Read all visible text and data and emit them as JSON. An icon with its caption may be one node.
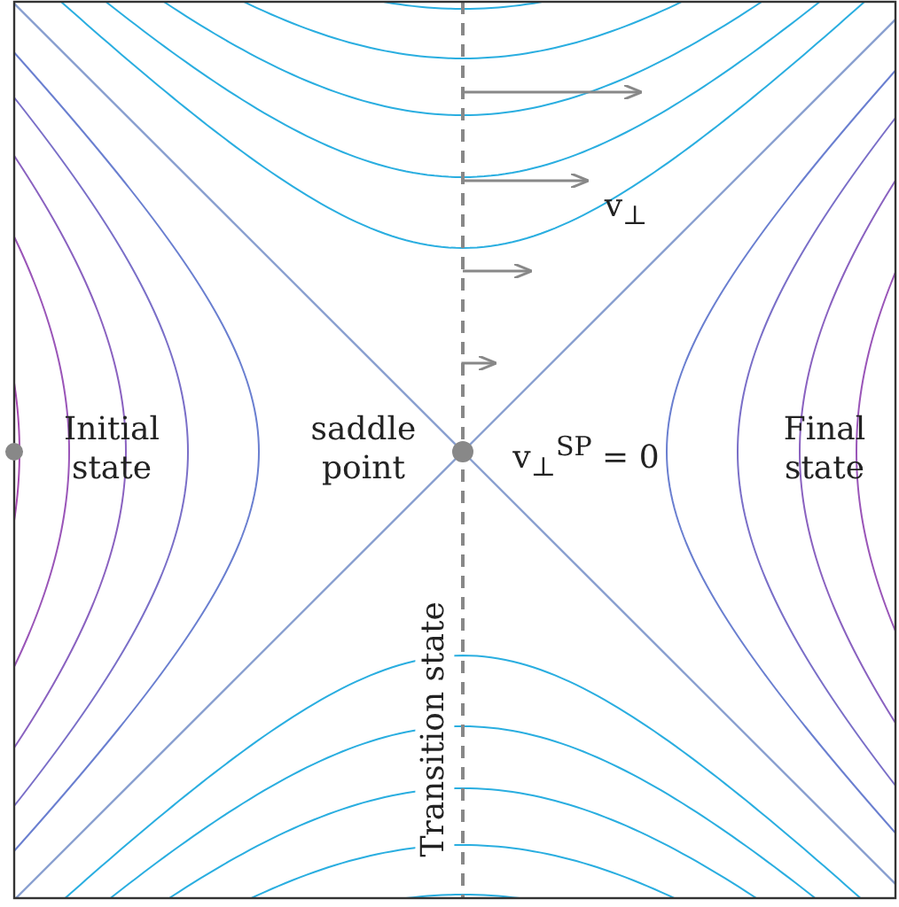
{
  "diagram": {
    "labels": [
      "v$_{⊥}$",
      "Initial state",
      "saddle point",
      "v$_{⊥}$$^{SP}$ = 0",
      "Final state",
      "Transition state"
    ]
  }
}
